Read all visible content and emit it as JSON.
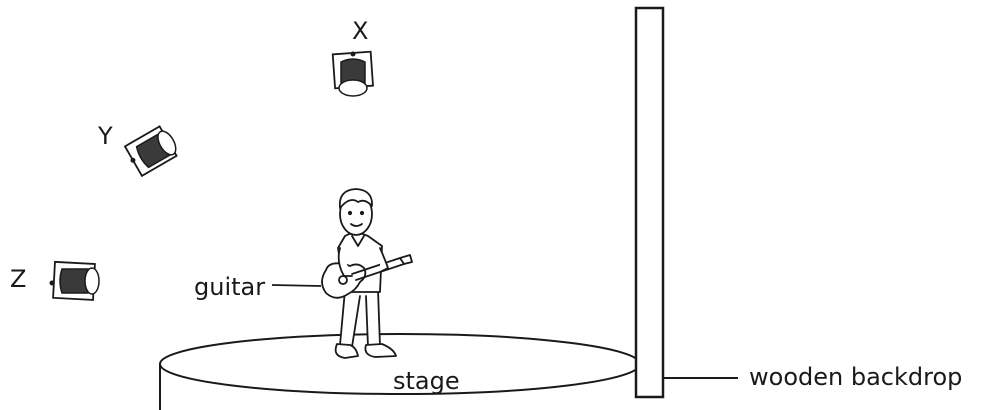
{
  "labels": {
    "light_x": "X",
    "light_y": "Y",
    "light_z": "Z",
    "guitar": "guitar",
    "stage": "stage",
    "backdrop": "wooden backdrop"
  },
  "colors": {
    "ink": "#1a1a1a",
    "lamp_fill": "#3a3a3a",
    "background": "#ffffff"
  }
}
